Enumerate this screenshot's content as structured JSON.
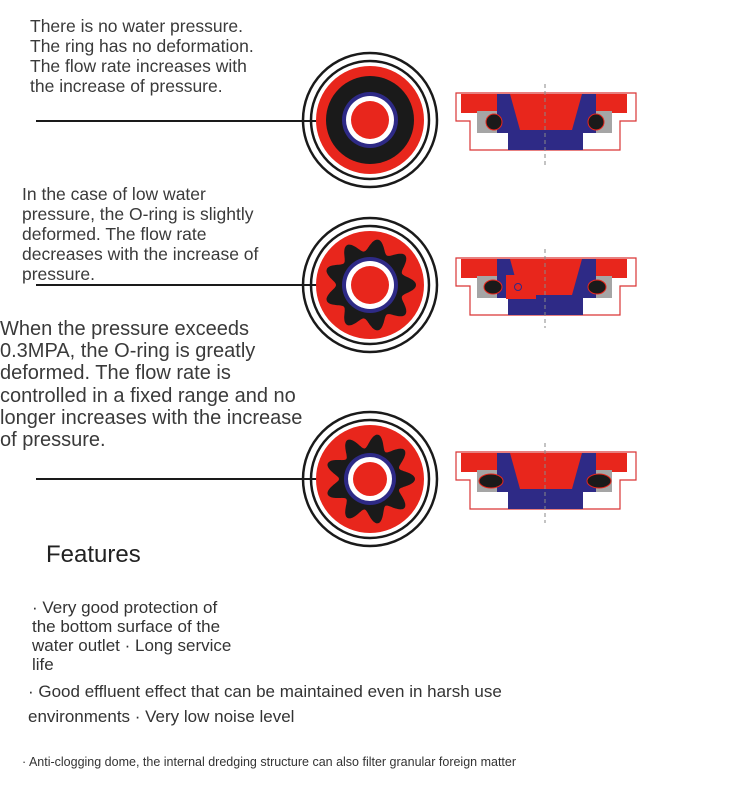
{
  "states": [
    {
      "description": "There is no water pressure.\nThe ring has no deformation.\nThe flow rate increases with\nthe increase of pressure."
    },
    {
      "description": "In the case of low water\npressure, the O-ring is slightly\ndeformed. The flow rate\ndecreases with the increase of\npressure."
    },
    {
      "description": "When the pressure exceeds\n0.3MPA, the O-ring is greatly\ndeformed. The flow rate is\ncontrolled in a fixed range and no\nlonger increases with the increase\nof pressure."
    }
  ],
  "features": {
    "title": "Features",
    "items": [
      "· Very good protection of\nthe bottom surface of the\nwater outlet · Long service\nlife",
      "· Good effluent effect that can be maintained even in harsh use\nenvironments · Very low noise level",
      "· Anti-clogging dome, the internal dredging structure can also filter granular foreign matter"
    ]
  },
  "colors": {
    "red": "#e8261c",
    "navy": "#2e2a86",
    "black": "#1a1a1a",
    "gray": "#a5a5a5",
    "outline": "#d93535"
  }
}
